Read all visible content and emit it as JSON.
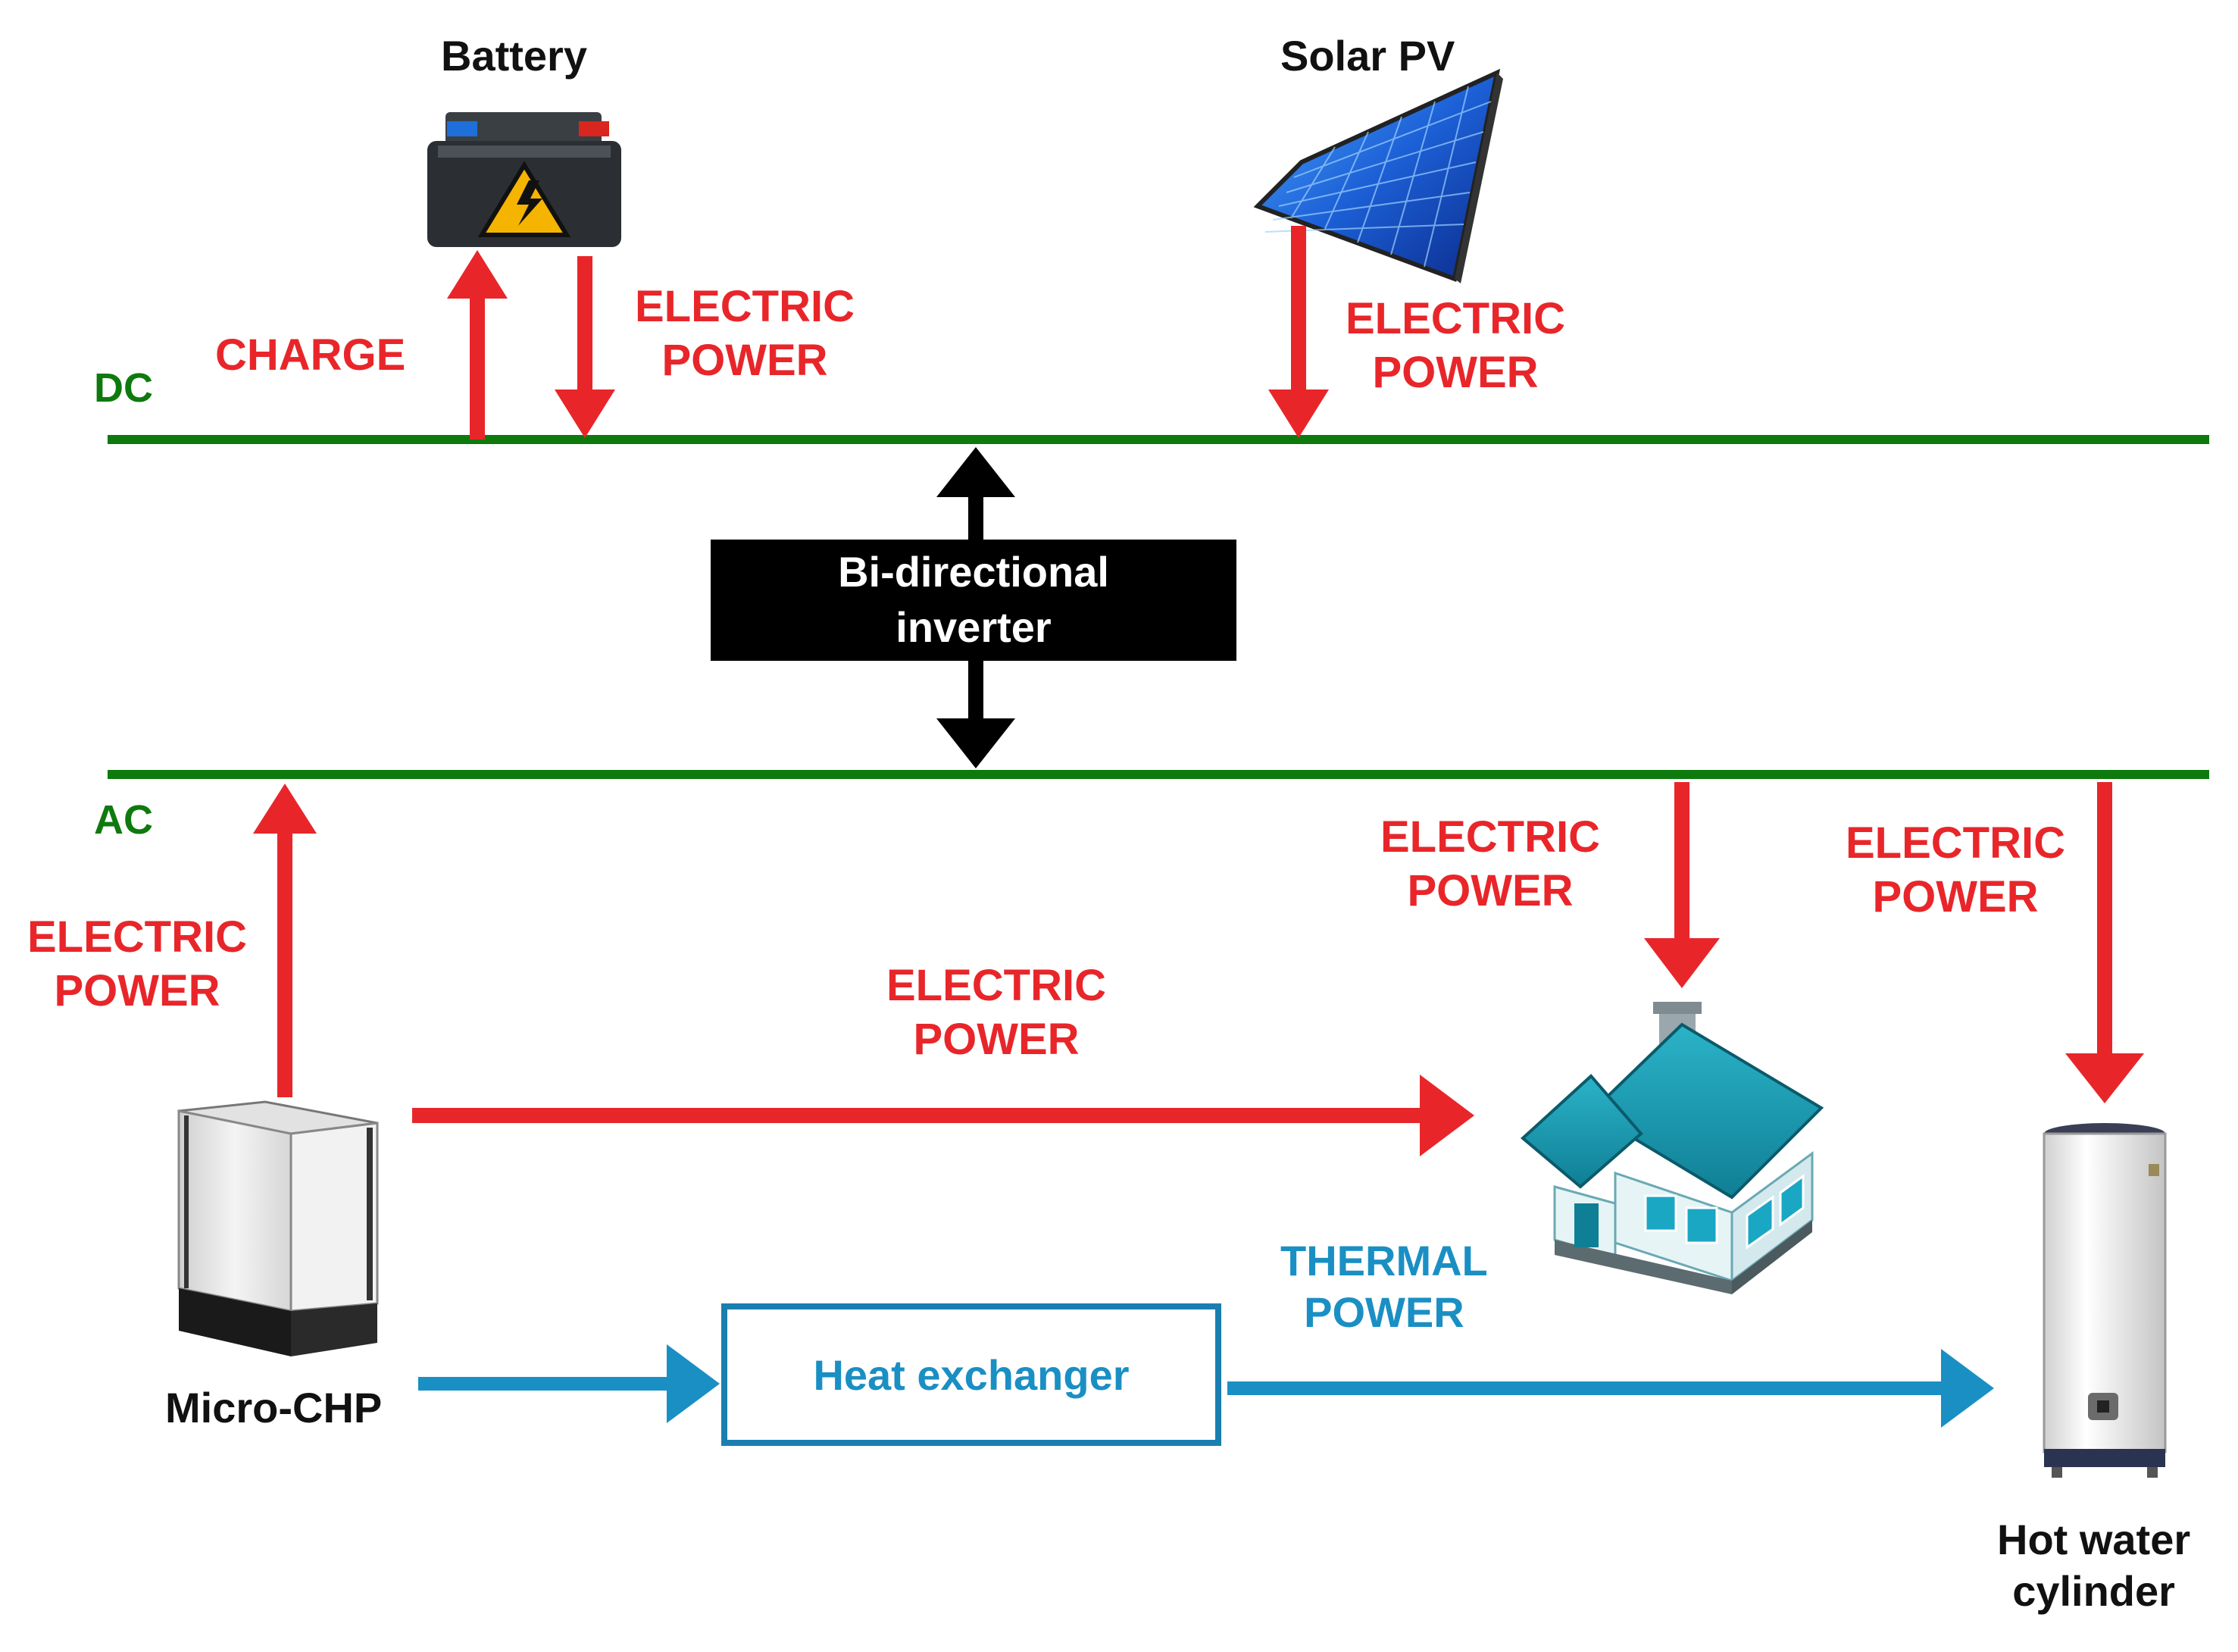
{
  "colors": {
    "electric": "#e8262a",
    "thermal": "#1a8fc4",
    "bus": "#0e7a0e",
    "inverter": "#000000"
  },
  "nodes": {
    "battery": "Battery",
    "solar": "Solar PV",
    "inverter_line1": "Bi-directional",
    "inverter_line2": "inverter",
    "micro_chp": "Micro-CHP",
    "heat_exchanger": "Heat exchanger",
    "hot_water_line1": "Hot water",
    "hot_water_line2": "cylinder"
  },
  "buses": {
    "dc": "DC",
    "ac": "AC"
  },
  "flows": {
    "charge": "CHARGE",
    "electric_line1": "ELECTRIC",
    "electric_line2": "POWER",
    "thermal_line1": "THERMAL",
    "thermal_line2": "POWER"
  },
  "icons": [
    "battery-icon",
    "solar-panel-icon",
    "micro-chp-icon",
    "house-icon",
    "hot-water-cylinder-icon"
  ]
}
